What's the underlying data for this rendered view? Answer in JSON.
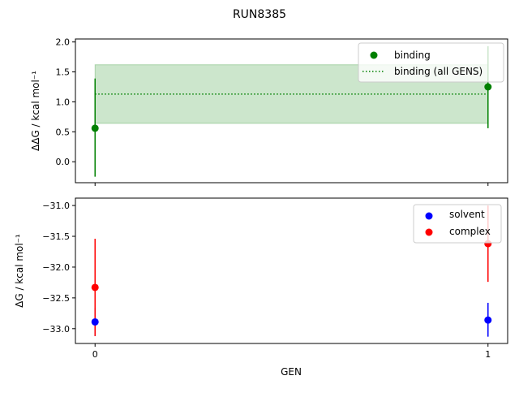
{
  "figure": {
    "title": "RUN8385",
    "xlabel": "GEN"
  },
  "chart_data": [
    {
      "type": "scatter",
      "panel": "top",
      "title": "",
      "xlabel": "",
      "ylabel": "ΔΔG / kcal mol⁻¹",
      "ylim": [
        -0.35,
        2.05
      ],
      "xlim": [
        -0.05,
        1.05
      ],
      "yticks": [
        "0.0",
        "0.5",
        "1.0",
        "1.5",
        "2.0"
      ],
      "xticks": [
        0,
        1
      ],
      "series": [
        {
          "name": "binding",
          "color": "#008000",
          "x": [
            0,
            1
          ],
          "y": [
            0.56,
            1.25
          ],
          "yerr_low": [
            -0.25,
            0.56
          ],
          "yerr_high": [
            1.39,
            1.93
          ]
        },
        {
          "name": "binding (all GENS)",
          "color": "#008000",
          "style": "dotted",
          "y": 1.13,
          "band": [
            0.64,
            1.62
          ],
          "band_color": "#008000",
          "band_alpha": 0.2
        }
      ],
      "legend": [
        "binding",
        "binding (all GENS)"
      ],
      "legend_position": "upper right",
      "grid": false
    },
    {
      "type": "scatter",
      "panel": "bottom",
      "title": "",
      "xlabel": "GEN",
      "ylabel": "ΔG / kcal mol⁻¹",
      "ylim": [
        -33.24,
        -30.88
      ],
      "xlim": [
        -0.05,
        1.05
      ],
      "yticks": [
        "−33.0",
        "−32.5",
        "−32.0",
        "−31.5",
        "−31.0"
      ],
      "xticks": [
        "0",
        "1"
      ],
      "series": [
        {
          "name": "solvent",
          "color": "#0000ff",
          "x": [
            0,
            1
          ],
          "y": [
            -32.89,
            -32.86
          ],
          "yerr_low": [
            -33.12,
            -33.13
          ],
          "yerr_high": [
            -32.66,
            -32.58
          ]
        },
        {
          "name": "complex",
          "color": "#ff0000",
          "x": [
            0,
            1
          ],
          "y": [
            -32.33,
            -31.62
          ],
          "yerr_low": [
            -33.12,
            -32.24
          ],
          "yerr_high": [
            -31.54,
            -31.0
          ]
        }
      ],
      "legend": [
        "solvent",
        "complex"
      ],
      "legend_position": "upper right",
      "grid": false
    }
  ]
}
